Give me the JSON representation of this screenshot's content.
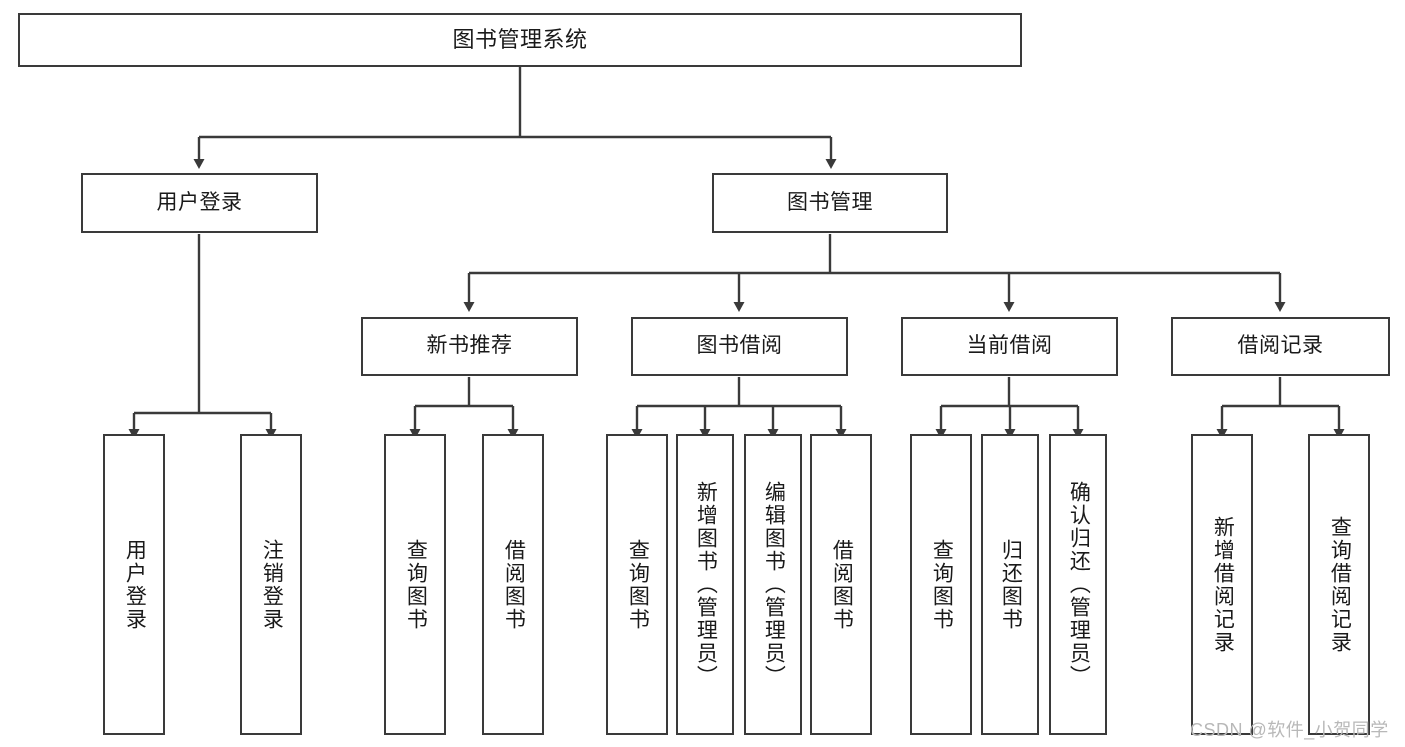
{
  "diagram": {
    "title": "图书管理系统",
    "watermark": "CSDN @软件_小贺同学",
    "colors": {
      "border": "#3a3a3a",
      "background": "#ffffff",
      "text": "#1a1a1a",
      "watermark": "#b8b8b8"
    },
    "nodes": {
      "root": {
        "label": "图书管理系统"
      },
      "level2": [
        {
          "id": "user-login",
          "label": "用户登录"
        },
        {
          "id": "book-manage",
          "label": "图书管理"
        }
      ],
      "level3": [
        {
          "id": "new-book-recommend",
          "label": "新书推荐"
        },
        {
          "id": "book-borrow",
          "label": "图书借阅"
        },
        {
          "id": "current-borrow",
          "label": "当前借阅"
        },
        {
          "id": "borrow-record",
          "label": "借阅记录"
        }
      ],
      "leaves": {
        "user_login": [
          {
            "id": "leaf-user-login",
            "label": "用户登录"
          },
          {
            "id": "leaf-logout-login",
            "label": "注销登录"
          }
        ],
        "new_book_recommend": [
          {
            "id": "leaf-query-book-1",
            "label": "查询图书"
          },
          {
            "id": "leaf-borrow-book-1",
            "label": "借阅图书"
          }
        ],
        "book_borrow": [
          {
            "id": "leaf-query-book-2",
            "label": "查询图书"
          },
          {
            "id": "leaf-add-book",
            "label": "新增图书（管理员）"
          },
          {
            "id": "leaf-edit-book",
            "label": "编辑图书（管理员）"
          },
          {
            "id": "leaf-borrow-book-2",
            "label": "借阅图书"
          }
        ],
        "current_borrow": [
          {
            "id": "leaf-query-book-3",
            "label": "查询图书"
          },
          {
            "id": "leaf-return-book",
            "label": "归还图书"
          },
          {
            "id": "leaf-confirm-return",
            "label": "确认归还（管理员）"
          }
        ],
        "borrow_record": [
          {
            "id": "leaf-add-borrow-record",
            "label": "新增借阅记录"
          },
          {
            "id": "leaf-query-borrow-record",
            "label": "查询借阅记录"
          }
        ]
      }
    }
  }
}
